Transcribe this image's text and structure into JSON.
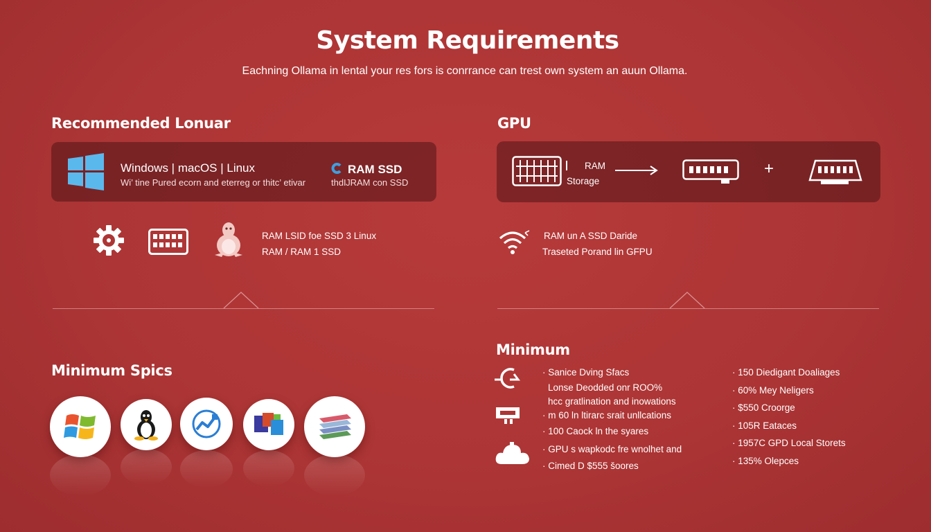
{
  "header": {
    "title": "System Requirements",
    "subtitle": "Eachn​ing Ollama in lental your res fors is conrrance can trest own system an auun Ollama."
  },
  "recommended": {
    "heading": "Recommended Lonuar",
    "os_line": "Windows | macOS  | Linux",
    "os_sub": "Wi’ tine Pured ecorn and eterreg or thitc’ etivar",
    "ram_label": "RAM SSD",
    "ram_sub": "thdĲRAM con SSD",
    "info_line1": "RAM LSID foe SSD 3 Linux",
    "info_line2": "RAM / RAM 1 SSD"
  },
  "gpu": {
    "heading": "GPU",
    "ram_label": "RAM",
    "storage_label": "Storage",
    "plus": "+",
    "info_line1": "RAM un A SSD Daride",
    "info_line2": "Traseted Porand lin GFPU"
  },
  "minimum_specs": {
    "heading": "Minimum Spics"
  },
  "minimum": {
    "heading": "Minimum",
    "left_col": [
      "· Sanice Dving Sfacs",
      "Lonse Deodded onr ROO%",
      "hcc gratlination and inowations",
      "· m 60 ln ltirarc srait unllcations",
      "· 100 Caock ln the syares",
      "· GPU s wapkodc fre wnolhet and",
      "· Cimed D $555 šoores"
    ],
    "right_col": [
      "· 150 Diedigant Doaliages",
      "· 60% Mey Neligers",
      "· $550 Croorge",
      "· 105R Eataces",
      "· 1957C GPD Local Storets",
      "· 135% Olepces"
    ]
  },
  "colors": {
    "background": "#ad3535",
    "panel": "#5a1a1e",
    "accent_blue": "#3da0e0"
  }
}
